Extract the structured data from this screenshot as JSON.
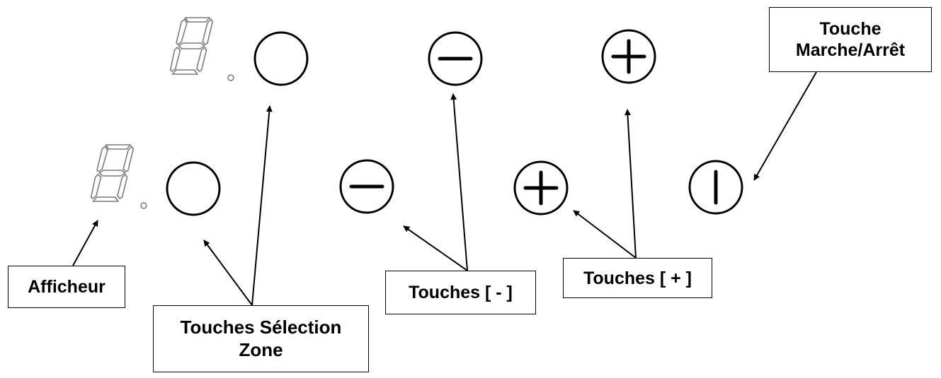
{
  "labels": {
    "marche_arret_line1": "Touche",
    "marche_arret_line2": "Marche/Arrêt",
    "afficheur": "Afficheur",
    "selection_line1": "Touches Sélection",
    "selection_line2": "Zone",
    "minus": "Touches [ - ]",
    "plus": "Touches [ + ]"
  },
  "colors": {
    "stroke": "#000000",
    "segment": "#7a7a7a",
    "background": "#ffffff"
  },
  "icons": {
    "zone_select": "empty-circle-icon",
    "minus": "circle-minus-icon",
    "plus": "circle-plus-icon",
    "power": "circle-bar-icon",
    "display": "seven-segment-display-icon"
  }
}
